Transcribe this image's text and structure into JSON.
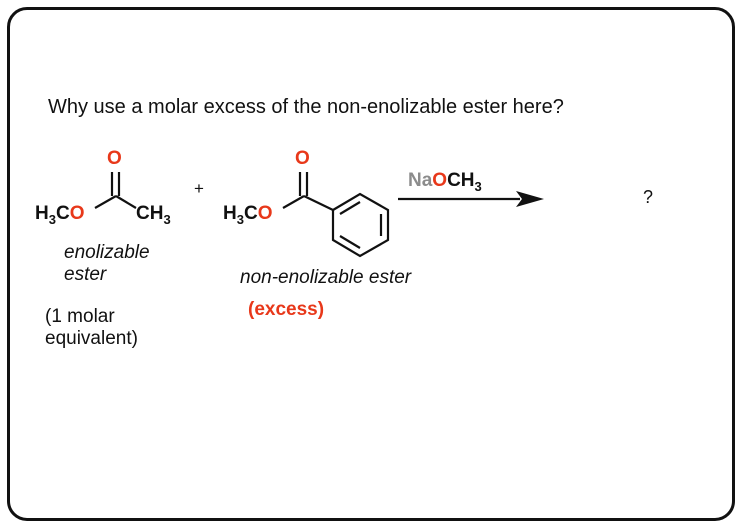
{
  "question": "Why use a molar excess of the non-enolizable ester here?",
  "ester1": {
    "left_group": "H3CO",
    "right_group": "CH3",
    "carbonyl_oxygen": "O",
    "label_line1": "enolizable",
    "label_line2": "ester",
    "amount_line1": "(1 molar",
    "amount_line2": "equivalent)"
  },
  "plus": "+",
  "ester2": {
    "left_group": "H3CO",
    "carbonyl_oxygen": "O",
    "label": "non-enolizable ester",
    "amount": "(excess)"
  },
  "reagent": {
    "na": "Na",
    "o": "O",
    "ch3": "CH3"
  },
  "product": "?",
  "colors": {
    "oxygen": "#e8381a",
    "sodium": "#8c8c8c",
    "text": "#111111",
    "excess": "#e8381a"
  }
}
